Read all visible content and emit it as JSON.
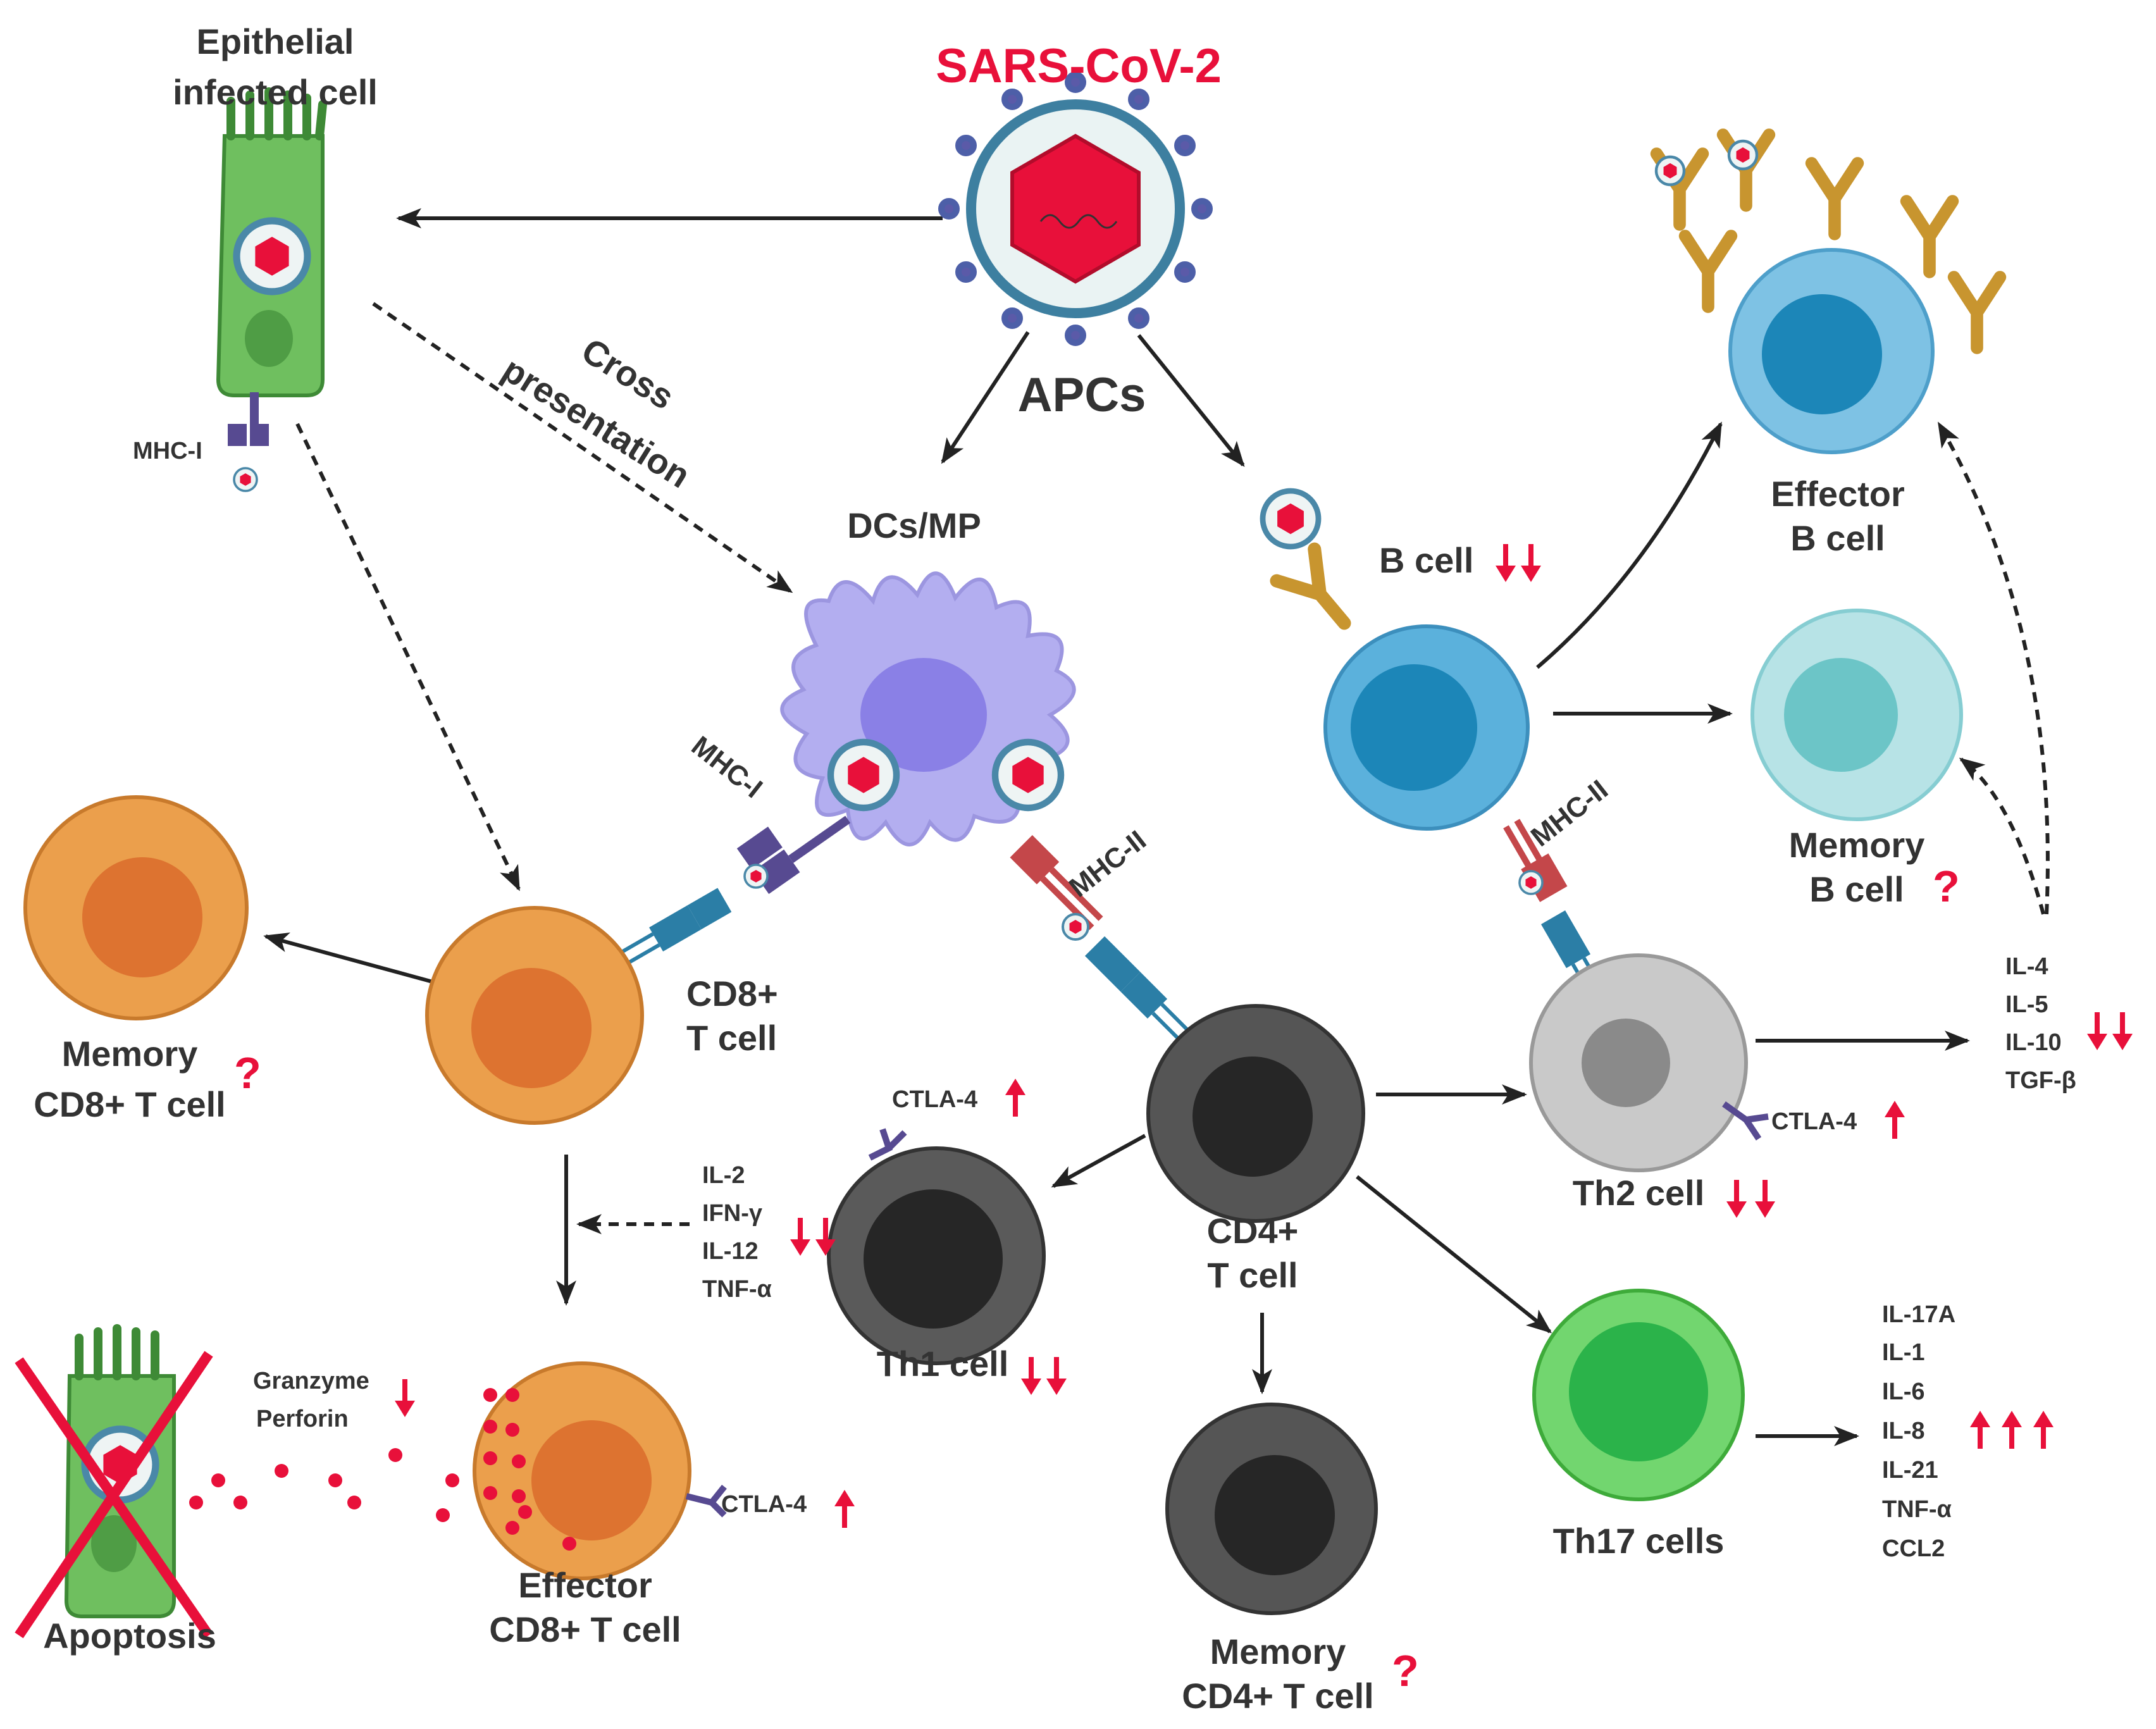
{
  "title": "SARS-CoV-2",
  "labels": {
    "epithelial_line1": "Epithelial",
    "epithelial_line2": "infected cell",
    "mhc1_left": "MHC-I",
    "cross_line1": "Cross",
    "cross_line2": "presentation",
    "apcs": "APCs",
    "dcs_mp": "DCs/MP",
    "mhc1_dc": "MHC-I",
    "mhc2_dc": "MHC-II",
    "b_cell": "B cell",
    "mhc2_b": "MHC-II",
    "effector_b_line1": "Effector",
    "effector_b_line2": "B cell",
    "memory_b_line1": "Memory",
    "memory_b_line2": "B cell",
    "memory_b_q": "?",
    "memory_cd8_line1": "Memory",
    "memory_cd8_line2": "CD8+ T cell",
    "memory_cd8_q": "?",
    "cd8_line1": "CD8+",
    "cd8_line2": "T cell",
    "cd4_line1": "CD4+",
    "cd4_line2": "T cell",
    "th1": "Th1 cell",
    "th2": "Th2  cell",
    "th17": "Th17 cells",
    "ctla4_th1": "CTLA-4",
    "ctla4_th2": "CTLA-4",
    "ctla4_eff": "CTLA-4",
    "granzyme": "Granzyme",
    "perforin": "Perforin",
    "apoptosis": "Apoptosis",
    "effector_cd8_line1": "Effector",
    "effector_cd8_line2": "CD8+ T cell",
    "memory_cd4_line1": "Memory",
    "memory_cd4_line2": "CD4+ T cell",
    "memory_cd4_q": "?"
  },
  "cytokines_th1": [
    "IL-2",
    "IFN-γ",
    "IL-12",
    "TNF-α"
  ],
  "cytokines_th2": [
    "IL-4",
    "IL-5",
    "IL-10",
    "TGF-β"
  ],
  "cytokines_th17": [
    "IL-17A",
    "IL-1",
    "IL-6",
    "IL-8",
    "IL-21",
    "TNF-α",
    "CCL2"
  ],
  "colors": {
    "title": "#e8103a",
    "arrow_red": "#e8103a",
    "epithelial": "#6fbf5f",
    "dc": "#b3aef0",
    "b_cell": "#5bb1dc",
    "memory_b": "#b7e3e6",
    "cd8": "#eb9f4c",
    "cd4": "#555555",
    "th2": "#c9c9c9",
    "th17": "#72d66f",
    "antibody": "#c8952f",
    "mhc1": "#574a91",
    "mhc2": "#c4474a",
    "tcr": "#2b7ea6"
  }
}
